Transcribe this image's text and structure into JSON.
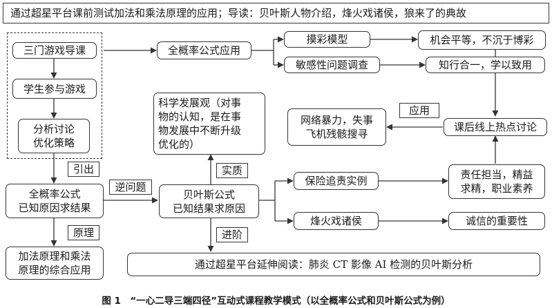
{
  "nodes": {
    "top_banner": "通过超星平台课前测试加法和乘法原理的应用；导读：贝叶斯人物介绍，烽火戏诸侯，狼来了的典故",
    "games_intro": "三门游戏导课",
    "students_participate": "学生参与游戏",
    "analysis_discussion": "分析讨论\n优化策略",
    "total_prob_formula": "全概率公式\n已知原因求结果",
    "addition_multiplication": "加法原理和乘法\n原理的综合应用",
    "total_prob_app": "全概率公式应用",
    "scientific_view": "科学发展观（对事\n物的认知，是在事\n物发展中不断升级\n优化的）",
    "bayes_formula": "贝叶斯公式\n已知结果求原因",
    "extended_reading": "通过超星平台延伸阅读：肺炎 CT 影像 AI 检测的贝叶斯分析",
    "lottery_model": "摸彩模型",
    "sensitive_survey": "敏感性问题调查",
    "equal_opportunity": "机会平等，不沉于博彩",
    "knowledge_action": "知行合一，学以致用",
    "cyber_violence": "网络暴力，失事\n飞机残骸搜寻",
    "hot_discussion": "课后线上热点讨论",
    "insurance_case": "保险追责实例",
    "beacon_fire": "烽火戏诸侯",
    "responsibility": "责任担当，精益\n求精，职业素养",
    "integrity": "诚信的重要性"
  },
  "labels": {
    "derive": "引出",
    "principle": "原理",
    "inverse_problem": "逆问题",
    "essence": "实质",
    "advanced": "进阶",
    "application": "应用"
  },
  "caption": "图 1　“一心二导三端四径”互动式课程教学模式（以全概率公式和贝叶斯公式为例）"
}
